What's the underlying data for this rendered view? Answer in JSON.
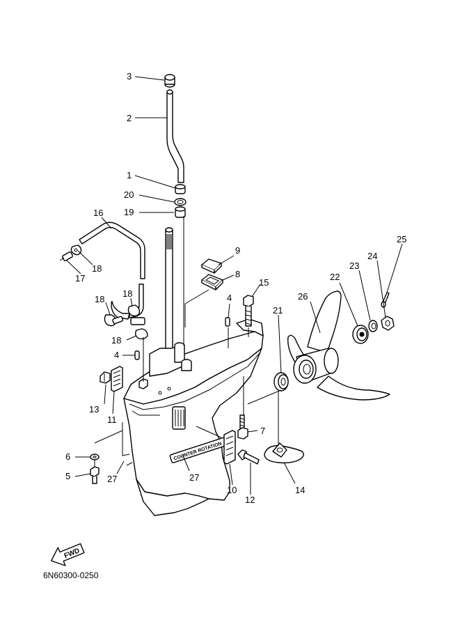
{
  "callouts": {
    "c1": "1",
    "c2": "2",
    "c3": "3",
    "c4a": "4",
    "c4b": "4",
    "c5": "5",
    "c6": "6",
    "c7": "7",
    "c8": "8",
    "c9": "9",
    "c10": "10",
    "c11": "11",
    "c12": "12",
    "c13": "13",
    "c14": "14",
    "c15": "15",
    "c16": "16",
    "c17": "17",
    "c18a": "18",
    "c18b": "18",
    "c18c": "18",
    "c18d": "18",
    "c19": "19",
    "c20": "20",
    "c21": "21",
    "c22": "22",
    "c23": "23",
    "c24": "24",
    "c25": "25",
    "c26": "26",
    "c27a": "27",
    "c27b": "27"
  },
  "stamp_text": "COUNTER ROTATION",
  "fwd_label": "FWD",
  "diagram_code": "6N60300-0250"
}
